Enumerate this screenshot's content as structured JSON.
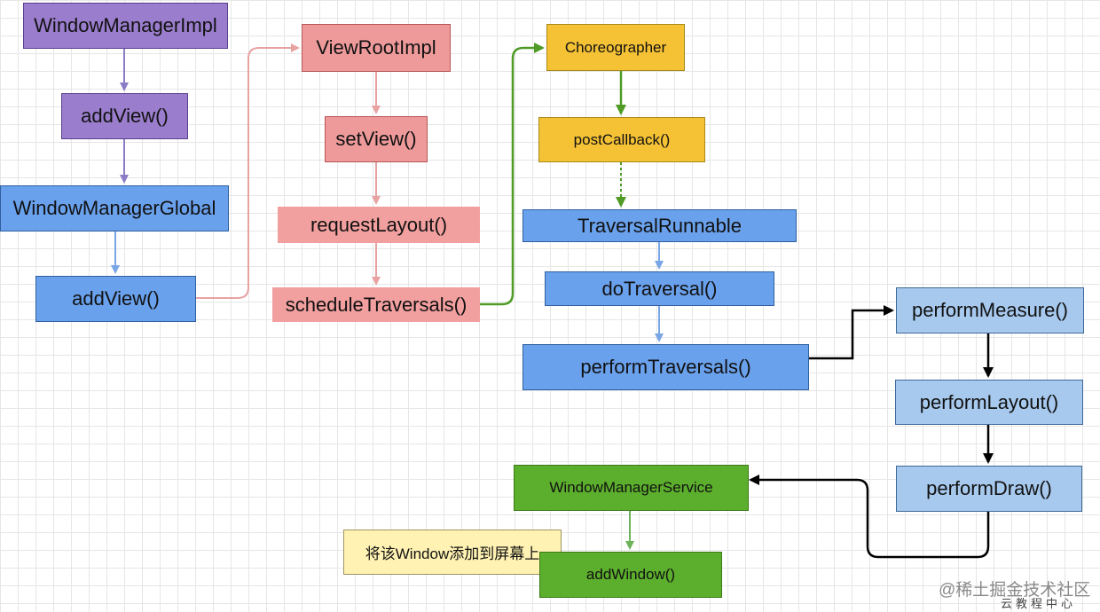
{
  "nodes": {
    "window_manager_impl": "WindowManagerImpl",
    "add_view_1": "addView()",
    "window_manager_global": "WindowManagerGlobal",
    "add_view_2": "addView()",
    "view_root_impl": "ViewRootImpl",
    "set_view": "setView()",
    "request_layout": "requestLayout()",
    "schedule_traversals": "scheduleTraversals()",
    "choreographer": "Choreographer",
    "post_callback": "postCallback()",
    "traversal_runnable": "TraversalRunnable",
    "do_traversal": "doTraversal()",
    "perform_traversals": "performTraversals()",
    "perform_measure": "performMeasure()",
    "perform_layout": "performLayout()",
    "perform_draw": "performDraw()",
    "window_manager_service": "WindowManagerService",
    "add_window": "addWindow()",
    "add_window_note": "将该Window添加到屏幕上"
  },
  "watermark": {
    "primary": "@稀土掘金技术社区",
    "secondary": "云教程中心"
  },
  "colors": {
    "purple": "#9a7dcc",
    "blue": "#6aa1ec",
    "pink": "#ee9a9a",
    "yellow": "#f5c235",
    "light_blue": "#a7c9ee",
    "green": "#5cae2d",
    "note": "#fff2b3",
    "edge_purple": "#8c7bc6",
    "edge_blue": "#78a6e6",
    "edge_pink": "#e8a2a2",
    "edge_green": "#4f9b26",
    "edge_black": "#000000"
  }
}
